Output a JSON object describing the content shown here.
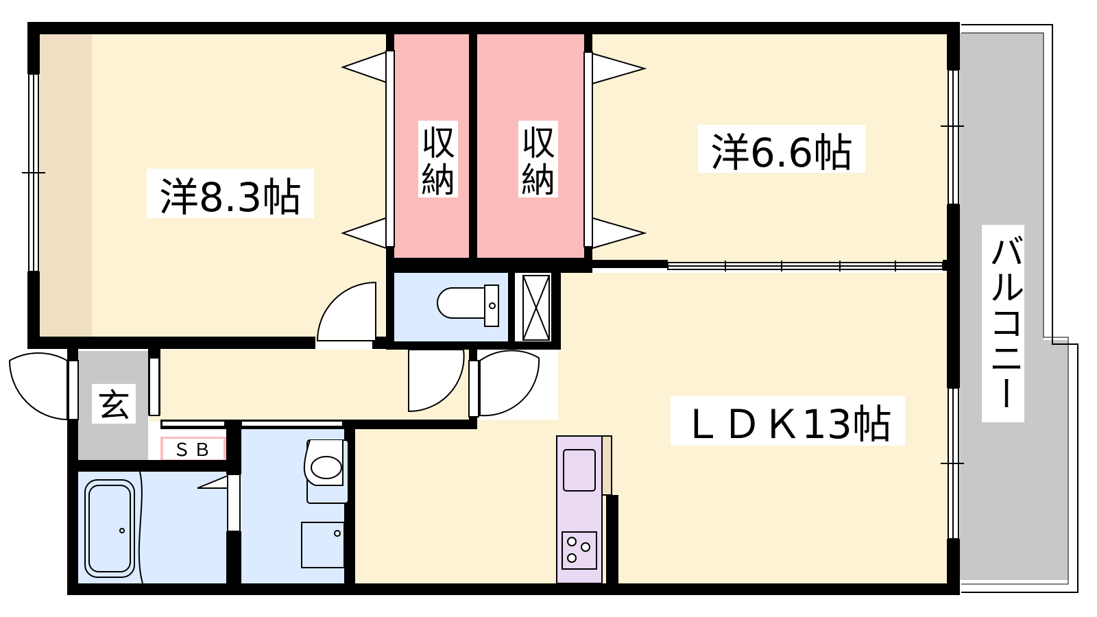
{
  "floorplan": {
    "rooms": {
      "western_8_3": {
        "label": "洋8.3帖"
      },
      "closet_left": {
        "label_top": "収",
        "label_bottom": "納"
      },
      "closet_right": {
        "label_top": "収",
        "label_bottom": "納"
      },
      "western_6_6": {
        "label": "洋6.6帖"
      },
      "ldk": {
        "label": "ＬＤＫ13帖"
      },
      "entrance": {
        "label": "玄"
      },
      "shoe_box": {
        "label": "ＳＢ"
      },
      "balcony": {
        "label": "バルコニー"
      }
    },
    "colors": {
      "room_floor": "#fdf3d4",
      "closet": "#fbbcbc",
      "wet_area": "#dcebff",
      "entrance_floor": "#c8c8c8",
      "balcony_floor": "#c8c8c8",
      "kitchen_counter": "#ead9f2",
      "wall": "#000000",
      "cabinet_strip": "#f0dfc3"
    }
  }
}
